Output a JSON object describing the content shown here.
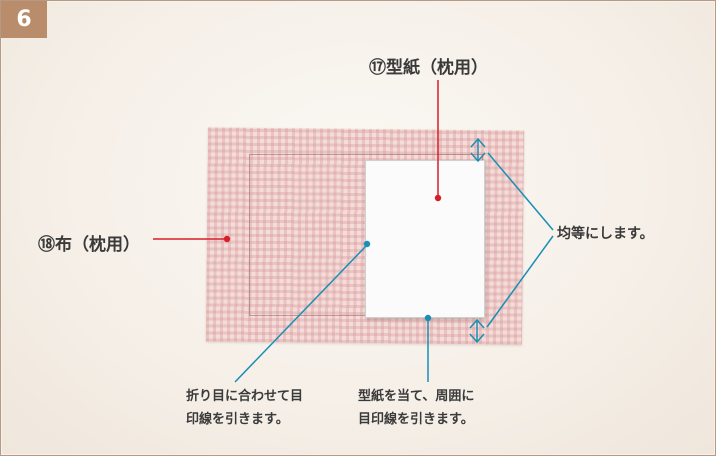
{
  "step": {
    "number": "6"
  },
  "labels": {
    "pattern": "⑰型紙（枕用）",
    "fabric": "⑱布（枕用）",
    "even": "均等にします。",
    "note_left_line1": "折り目に合わせて目",
    "note_left_line2": "印線を引きます。",
    "note_right_line1": "型紙を当て、周囲に",
    "note_right_line2": "目印線を引きます。"
  },
  "colors": {
    "badge": "#b98d6c",
    "red_leader": "#d71f2b",
    "blue_leader": "#1a8fb5",
    "frame_border": "#b79a86"
  }
}
